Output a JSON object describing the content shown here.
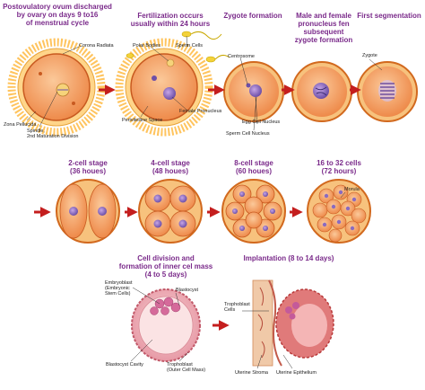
{
  "colors": {
    "heading": "#7a2a8a",
    "arrow": "#c41e1e",
    "cell_fill": "#f4a06a",
    "cell_edge": "#d2691e",
    "nucleus": "#7a62b0",
    "corona": "#ffbe4d"
  },
  "headings": {
    "h1": [
      "Postovulatory ovum discharged",
      "by ovary on days 9 to16",
      "of menstrual cycle"
    ],
    "h2": [
      "Fertilization occurs",
      "usually within 24 hours"
    ],
    "h3": [
      "Zygote formation"
    ],
    "h4": [
      "Male and female",
      "pronucleus fen",
      "subsequent",
      "zygote formation"
    ],
    "h5": [
      "First segmentation"
    ],
    "h6": [
      "2-cell stage",
      "(36 houes)"
    ],
    "h7": [
      "4-cell stage",
      "(48 houes)"
    ],
    "h8": [
      "8-cell stage",
      "(60 houes)"
    ],
    "h9": [
      "16 to 32 cells",
      "(72 hours)"
    ],
    "h10": [
      "Cell division and",
      "formation of inner cel mass",
      "(4 to 5 days)"
    ],
    "h11": [
      "Implantation (8 to 14 days)"
    ]
  },
  "labels": {
    "corona_radiata": "Corona Radiata",
    "zona_pellucida": "Zona Pellucida",
    "spindle": [
      "Spindle,",
      "2nd Maturation Division"
    ],
    "polar_bodies": "Polar Bodies",
    "sperm_cells": "Sperm Cells",
    "perivitelline_space": "Perivitelline Space",
    "female_pronucleus": "Female Pronucleus",
    "centrosome": "Centrosome",
    "egg_cell_nucleus": "Egg Cell Nucleus",
    "sperm_cell_nucleus": "Sperm Cell Nucleus",
    "zygote": "Zygote",
    "morula": "Morula",
    "embryoblast": [
      "Embryoblast",
      "(Embryonic",
      "Stem Cells)"
    ],
    "blastocyst": "Blastocyst",
    "blastocyst_cavity": "Blastocyst Cavity",
    "trophoblast_outer": [
      "Trophoblast",
      "(Outer Cell Mass)"
    ],
    "trophoblast_cells": [
      "Trophoblast",
      "Cells"
    ],
    "uterine_stroma": "Uterine Stroma",
    "uterine_epithelium": "Uterine Epithelium"
  }
}
